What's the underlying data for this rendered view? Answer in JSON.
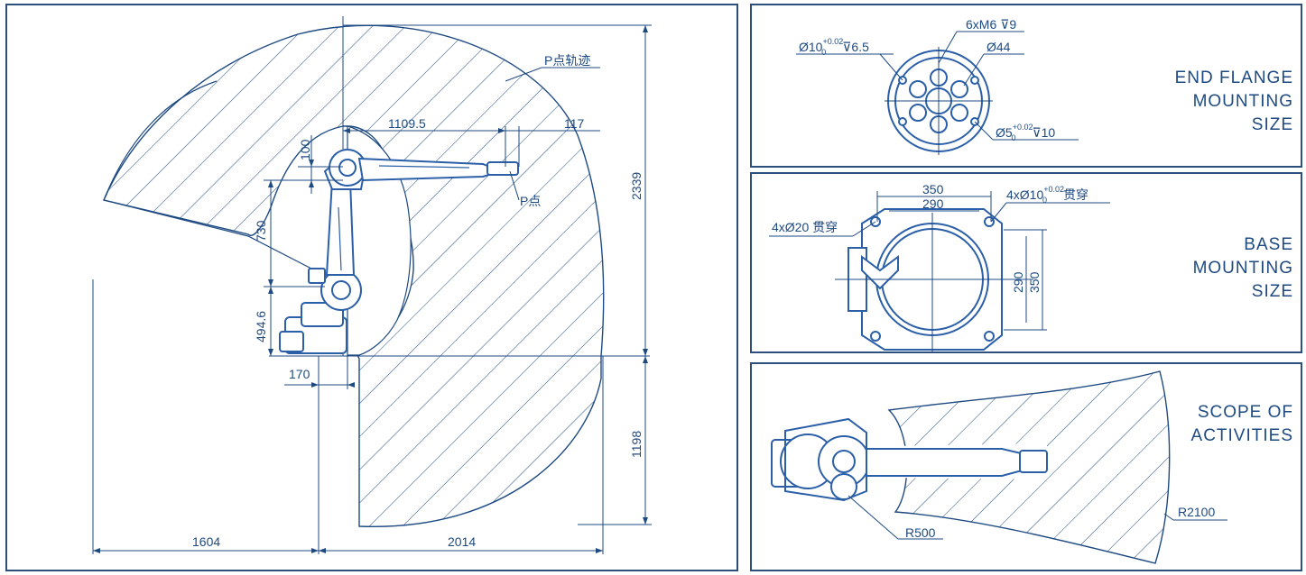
{
  "colors": {
    "line": "#1e4a82",
    "robot": "#2b5fa8",
    "hatch": "#1e4a82",
    "frame": "#2d4f7c"
  },
  "panels": {
    "flange": {
      "title_lines": [
        "END FLANGE",
        "MOUNTING",
        "SIZE"
      ]
    },
    "base": {
      "title_lines": [
        "BASE",
        "MOUNTING",
        "SIZE"
      ]
    },
    "scope": {
      "title_lines": [
        "SCOPE OF",
        "ACTIVITIES"
      ]
    }
  },
  "main_view": {
    "p_trajectory_label": "P点轨迹",
    "p_point_label": "P点",
    "dims": {
      "d1109": "1109.5",
      "d117": "117",
      "d100": "100",
      "d730": "730",
      "d494": "494.6",
      "d170": "170",
      "d2339": "2339",
      "d1198": "1198",
      "d1604": "1604",
      "d2014": "2014"
    }
  },
  "flange_view": {
    "thread_label": "6xM6",
    "thread_depth": "9",
    "pcd_label": "Ø44",
    "pin_hole_label": "Ø10",
    "pin_hole_depth": "6.5",
    "small_hole_label": "Ø5",
    "small_hole_depth": "10",
    "tol_upper": "+0.02",
    "tol_lower": "0"
  },
  "base_view": {
    "width_outer": "350",
    "width_inner": "290",
    "height_inner": "290",
    "height_outer": "350",
    "hole_label_left": "4xØ20 贯穿",
    "hole_label_right_prefix": "4xØ10",
    "hole_label_right_suffix": "贯穿",
    "tol_upper": "+0.02",
    "tol_lower": "0"
  },
  "scope_view": {
    "r_inner": "R500",
    "r_outer": "R2100"
  }
}
